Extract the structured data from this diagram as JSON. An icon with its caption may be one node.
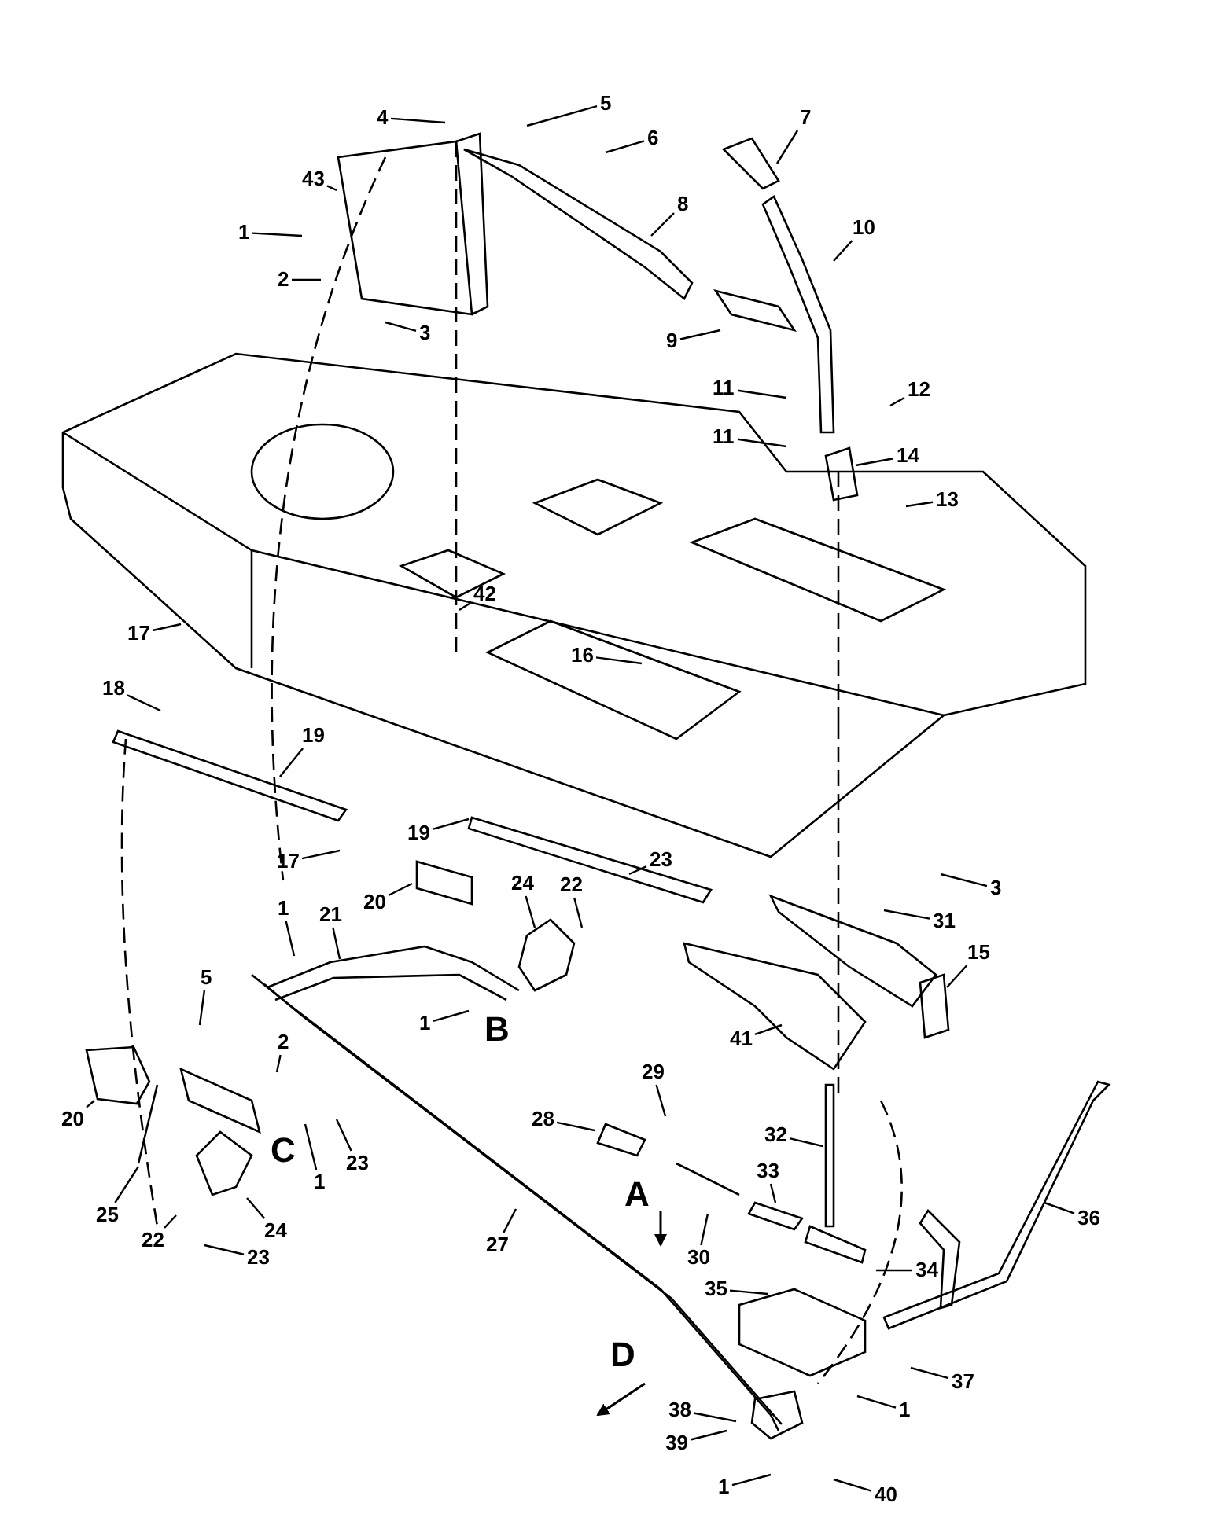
{
  "diagram": {
    "nodes": [
      {
        "text": [
          "4"
        ]
      },
      {
        "text": [
          "5"
        ]
      },
      {
        "text": [
          "6"
        ]
      },
      {
        "text": [
          "43"
        ]
      },
      {
        "text": [
          "1"
        ]
      },
      {
        "text": [
          "2"
        ]
      },
      {
        "text": [
          "3"
        ]
      },
      {
        "text": [
          "7"
        ]
      },
      {
        "text": [
          "8"
        ]
      },
      {
        "text": [
          "10"
        ]
      },
      {
        "text": [
          "9"
        ]
      },
      {
        "text": [
          "11"
        ]
      },
      {
        "text": [
          "11"
        ]
      },
      {
        "text": [
          "12"
        ]
      },
      {
        "text": [
          "14"
        ]
      },
      {
        "text": [
          "13"
        ]
      },
      {
        "text": [
          "42"
        ]
      },
      {
        "text": [
          "17"
        ]
      },
      {
        "text": [
          "16"
        ]
      },
      {
        "text": [
          "18"
        ]
      },
      {
        "text": [
          "19"
        ]
      },
      {
        "text": [
          "19"
        ]
      },
      {
        "text": [
          "17"
        ]
      },
      {
        "text": [
          "3"
        ]
      },
      {
        "text": [
          "31"
        ]
      },
      {
        "text": [
          "15"
        ]
      },
      {
        "text": [
          "20"
        ]
      },
      {
        "text": [
          "24"
        ]
      },
      {
        "text": [
          "22"
        ]
      },
      {
        "text": [
          "23"
        ]
      },
      {
        "text": [
          "1"
        ]
      },
      {
        "text": [
          "21"
        ]
      },
      {
        "text": [
          "1"
        ]
      },
      {
        "text": [
          "41"
        ]
      },
      {
        "text": [
          "5"
        ]
      },
      {
        "text": [
          "2"
        ]
      },
      {
        "text": [
          "29"
        ]
      },
      {
        "text": [
          "28"
        ]
      },
      {
        "text": [
          "32"
        ]
      },
      {
        "text": [
          "33"
        ]
      },
      {
        "text": [
          "20"
        ]
      },
      {
        "text": [
          "25"
        ]
      },
      {
        "text": [
          "1"
        ]
      },
      {
        "text": [
          "23"
        ]
      },
      {
        "text": [
          "27"
        ]
      },
      {
        "text": [
          "30"
        ]
      },
      {
        "text": [
          "36"
        ]
      },
      {
        "text": [
          "22"
        ]
      },
      {
        "text": [
          "24"
        ]
      },
      {
        "text": [
          "23"
        ]
      },
      {
        "text": [
          "34"
        ]
      },
      {
        "text": [
          "35"
        ]
      },
      {
        "text": [
          "37"
        ]
      },
      {
        "text": [
          "1"
        ]
      },
      {
        "text": [
          "38"
        ]
      },
      {
        "text": [
          "39"
        ]
      },
      {
        "text": [
          "1"
        ]
      },
      {
        "text": [
          "40"
        ]
      }
    ],
    "edges": [
      {
        "from": 0,
        "to": null,
        "arrow": "none"
      },
      {
        "from": 1,
        "to": null,
        "arrow": "none"
      },
      {
        "from": 2,
        "to": null,
        "arrow": "none"
      },
      {
        "from": 3,
        "to": null,
        "arrow": "none"
      },
      {
        "from": 4,
        "to": null,
        "arrow": "none"
      },
      {
        "from": 5,
        "to": null,
        "arrow": "none"
      },
      {
        "from": 6,
        "to": null,
        "arrow": "none"
      },
      {
        "from": 7,
        "to": null,
        "arrow": "none"
      },
      {
        "from": 8,
        "to": null,
        "arrow": "none"
      },
      {
        "from": 9,
        "to": null,
        "arrow": "none"
      },
      {
        "from": 10,
        "to": null,
        "arrow": "none"
      },
      {
        "from": 11,
        "to": null,
        "arrow": "none"
      },
      {
        "from": 12,
        "to": null,
        "arrow": "none"
      },
      {
        "from": 13,
        "to": null,
        "arrow": "none"
      },
      {
        "from": 14,
        "to": null,
        "arrow": "none"
      },
      {
        "from": 15,
        "to": null,
        "arrow": "none"
      },
      {
        "from": 16,
        "to": null,
        "arrow": "none"
      },
      {
        "from": 17,
        "to": null,
        "arrow": "none"
      },
      {
        "from": 18,
        "to": null,
        "arrow": "none"
      },
      {
        "from": 19,
        "to": null,
        "arrow": "none"
      },
      {
        "from": 20,
        "to": null,
        "arrow": "none"
      },
      {
        "from": 21,
        "to": null,
        "arrow": "none"
      },
      {
        "from": 22,
        "to": null,
        "arrow": "none"
      },
      {
        "from": 23,
        "to": null,
        "arrow": "none"
      },
      {
        "from": 24,
        "to": null,
        "arrow": "none"
      },
      {
        "from": 25,
        "to": null,
        "arrow": "none"
      },
      {
        "from": 26,
        "to": null,
        "arrow": "none"
      },
      {
        "from": 27,
        "to": null,
        "arrow": "none"
      },
      {
        "from": 28,
        "to": null,
        "arrow": "none"
      },
      {
        "from": 29,
        "to": null,
        "arrow": "none"
      },
      {
        "from": 30,
        "to": null,
        "arrow": "none"
      },
      {
        "from": 31,
        "to": null,
        "arrow": "none"
      },
      {
        "from": 32,
        "to": null,
        "arrow": "none"
      },
      {
        "from": 33,
        "to": null,
        "arrow": "none"
      },
      {
        "from": 34,
        "to": null,
        "arrow": "none"
      },
      {
        "from": 35,
        "to": null,
        "arrow": "none"
      },
      {
        "from": 36,
        "to": null,
        "arrow": "none"
      },
      {
        "from": 37,
        "to": null,
        "arrow": "none"
      },
      {
        "from": 38,
        "to": null,
        "arrow": "none"
      },
      {
        "from": 39,
        "to": null,
        "arrow": "none"
      },
      {
        "from": 40,
        "to": null,
        "arrow": "none"
      },
      {
        "from": 41,
        "to": null,
        "arrow": "none"
      },
      {
        "from": 42,
        "to": null,
        "arrow": "none"
      },
      {
        "from": 43,
        "to": null,
        "arrow": "none"
      },
      {
        "from": 44,
        "to": null,
        "arrow": "none"
      },
      {
        "from": 45,
        "to": null,
        "arrow": "none"
      },
      {
        "from": 46,
        "to": null,
        "arrow": "none"
      },
      {
        "from": 47,
        "to": null,
        "arrow": "none"
      },
      {
        "from": 48,
        "to": null,
        "arrow": "none"
      },
      {
        "from": 49,
        "to": null,
        "arrow": "none"
      },
      {
        "from": 50,
        "to": null,
        "arrow": "none"
      },
      {
        "from": 51,
        "to": null,
        "arrow": "none"
      },
      {
        "from": 52,
        "to": null,
        "arrow": "none"
      },
      {
        "from": 53,
        "to": null,
        "arrow": "none"
      },
      {
        "from": 54,
        "to": null,
        "arrow": "none"
      },
      {
        "from": 55,
        "to": null,
        "arrow": "none"
      },
      {
        "from": 56,
        "to": null,
        "arrow": "none"
      },
      {
        "from": 57,
        "to": null,
        "arrow": "none"
      }
    ],
    "labels": [
      "B",
      "C",
      "A",
      "D"
    ]
  }
}
